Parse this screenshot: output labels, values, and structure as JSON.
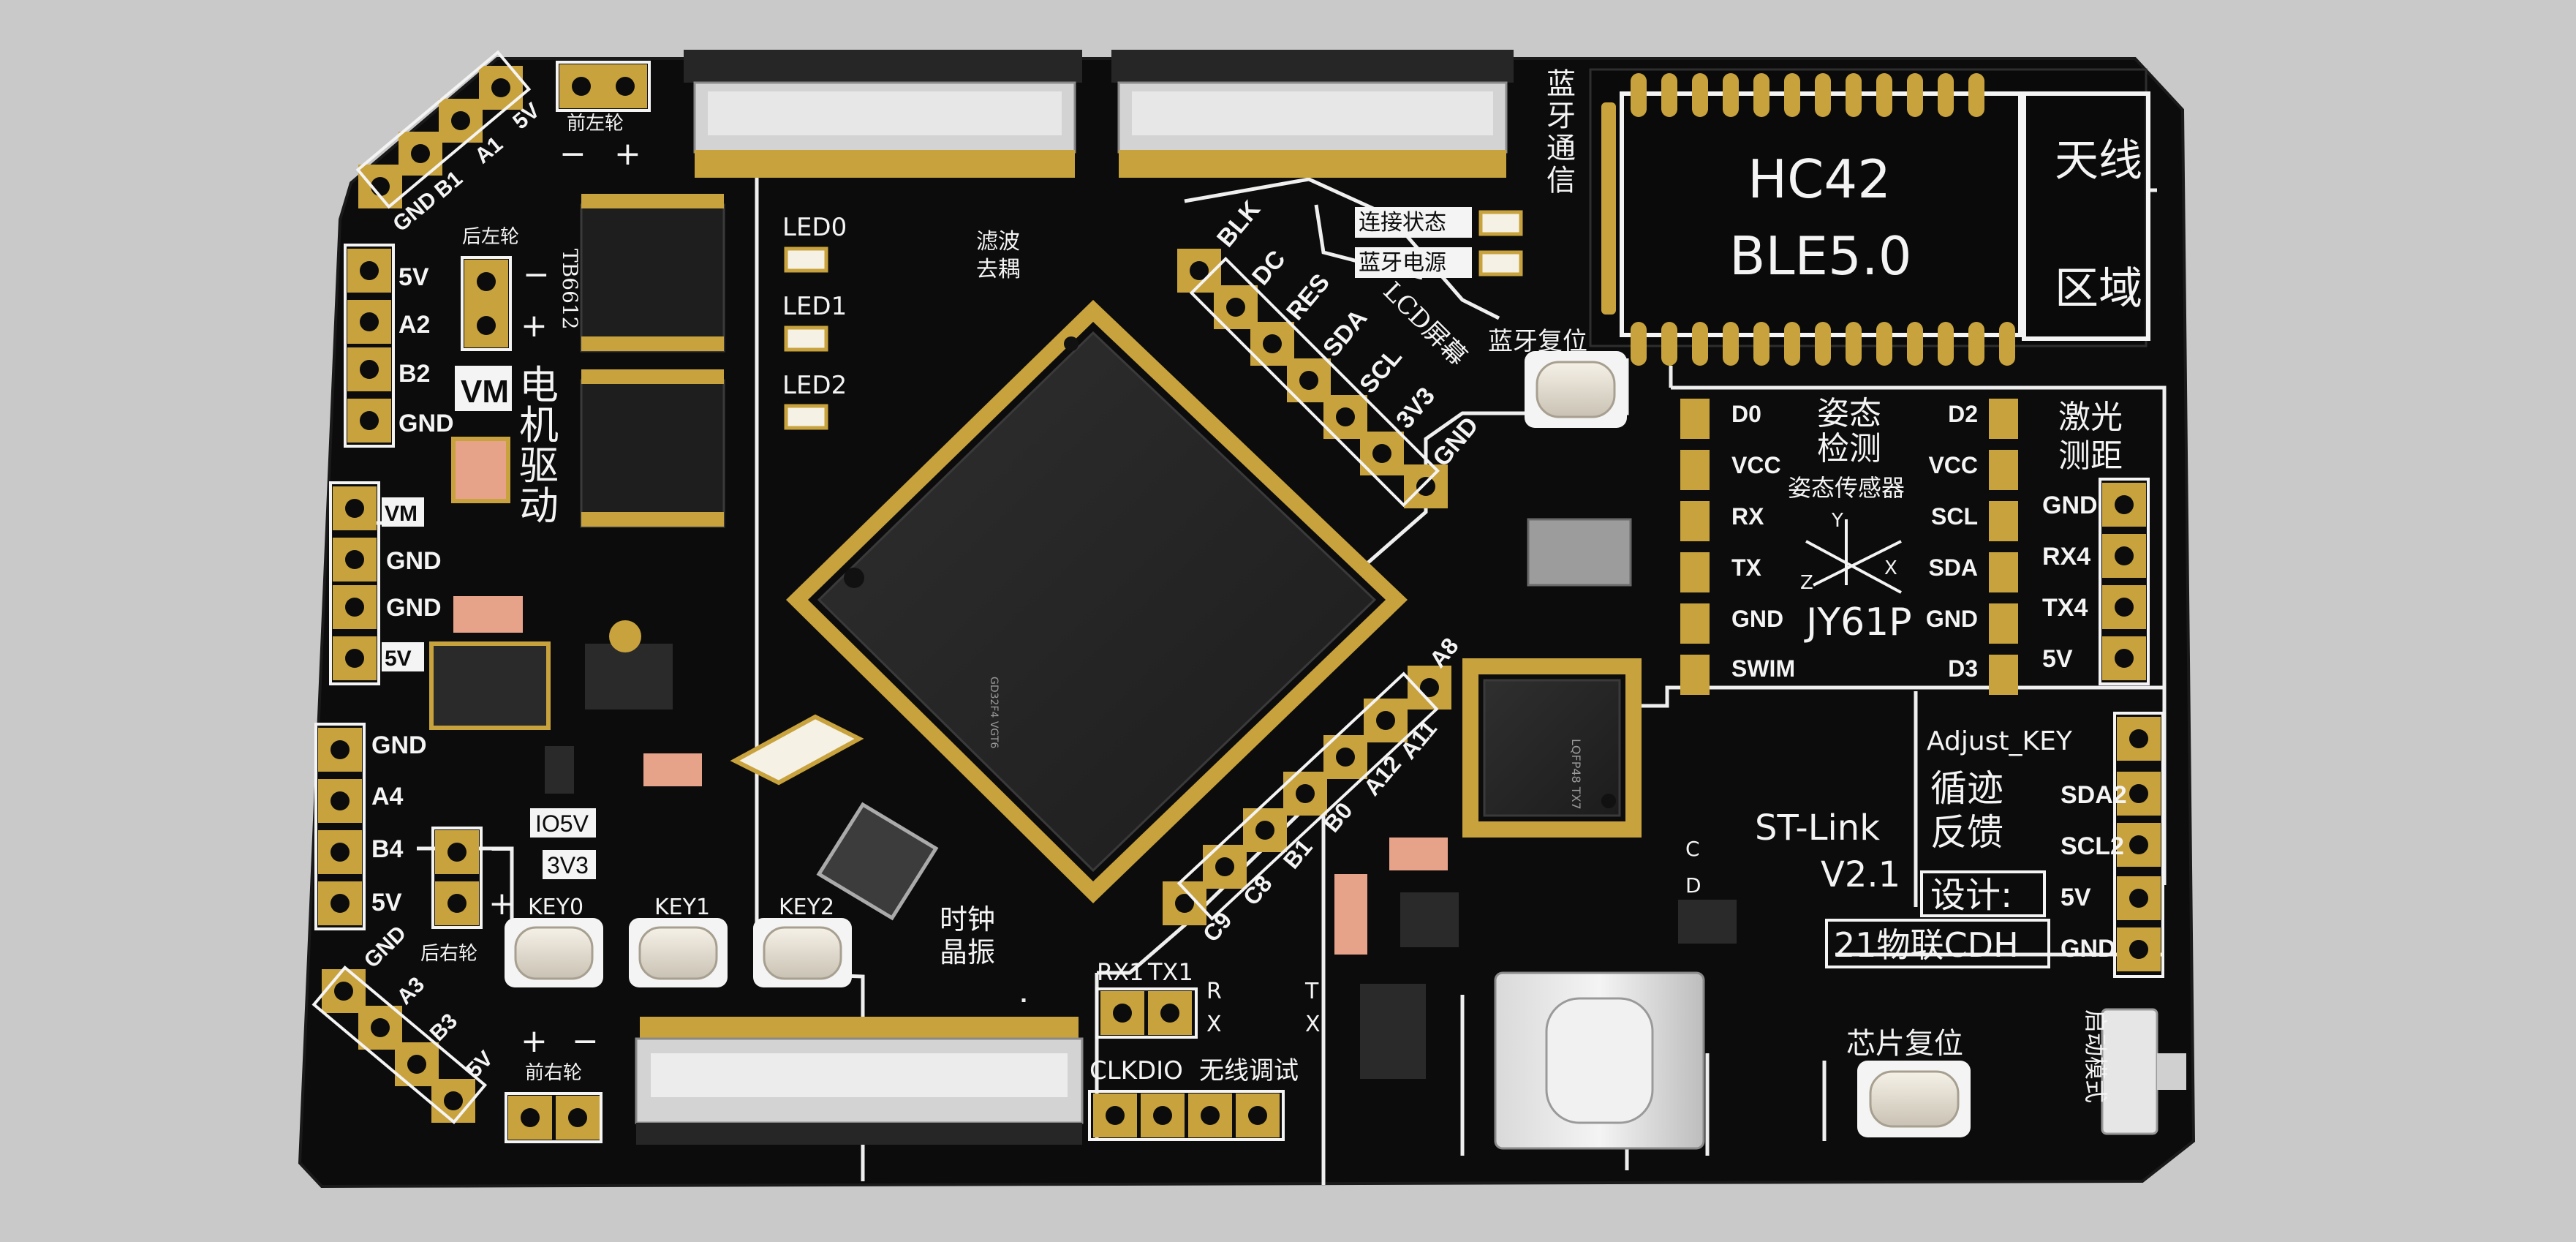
{
  "colors": {
    "background": "#c9c9c9",
    "pcb": "#0c0c0c",
    "silkscreen": "#f4f4f4",
    "copper": "#c8a23c",
    "chip": "#2a2a2a",
    "led_body": "#f6f1e5",
    "resistor_orange": "#e7a28a"
  },
  "board": {
    "front_left_wheel": "前左轮",
    "rear_left_wheel": "后左轮",
    "rear_right_wheel": "后右轮",
    "front_right_wheel": "前右轮",
    "motor_driver": [
      "电",
      "机",
      "驱",
      "动"
    ],
    "tb6612": "TB6612",
    "filter_decouple": [
      "滤波",
      "去耦"
    ],
    "led0": "LED0",
    "led1": "LED1",
    "led2": "LED2",
    "lcd_screen": "LCD屏幕",
    "bluetooth_comm": [
      "蓝",
      "牙",
      "通",
      "信"
    ],
    "connect_status": "连接状态",
    "bt_power": "蓝牙电源",
    "bt_reset": "蓝牙复位",
    "hc42": "HC42",
    "ble": "BLE5.0",
    "antenna_area": [
      "天线",
      "区域"
    ],
    "attitude_detect": [
      "姿态",
      "检测"
    ],
    "attitude_sensor": "姿态传感器",
    "jy61p": "JY61P",
    "laser_range": [
      "激光",
      "测距"
    ],
    "adjust_key": "Adjust_KEY",
    "line_follow": [
      "循迹",
      "反馈"
    ],
    "stlink": "ST-Link",
    "stlink_ver": "V2.1",
    "design": "设计:",
    "designer": "21物联CDH",
    "chip_reset": "芯片复位",
    "boot_mode": "启动模式",
    "clock_crystal": [
      "时钟",
      "晶振"
    ],
    "wireless_debug": "无线调试",
    "clkdio": "CLKDIO",
    "rx1": "RX1",
    "tx1": "TX1",
    "key0": "KEY0",
    "key1": "KEY1",
    "key2": "KEY2",
    "io5v": "IO5V",
    "v3v3": "3V3",
    "vm": "VM",
    "small_ic": "LQFP48 TX7",
    "mcu_logo": "GD32F4 VGT6",
    "left_pins_top": [
      "5V",
      "A1",
      "B1",
      "GND"
    ],
    "left_pins_mid": [
      "5V",
      "A2",
      "B2",
      "GND"
    ],
    "power_pins": [
      "VM",
      "GND",
      "GND",
      "5V"
    ],
    "left_pins_low": [
      "GND",
      "A4",
      "B4",
      "5V"
    ],
    "left_pins_bottom": [
      "GND",
      "A3",
      "B3",
      "5V"
    ],
    "lcd_pins": [
      "BLK",
      "DC",
      "RES",
      "SDA",
      "SCL",
      "3V3",
      "GND"
    ],
    "mcu_pins": [
      "A8",
      "A11",
      "A12",
      "B0",
      "B1",
      "C8",
      "C9"
    ],
    "imu_left": [
      "D0",
      "VCC",
      "RX",
      "TX",
      "GND",
      "SWIM"
    ],
    "imu_right": [
      "D2",
      "VCC",
      "SCL",
      "SDA",
      "GND",
      "D3"
    ],
    "laser_pins": [
      "GND",
      "RX4",
      "TX4",
      "5V"
    ],
    "track_pins": [
      "SDA2",
      "SCL2",
      "5V",
      "GND"
    ],
    "rx_tx_labels": [
      "R",
      "X",
      "T",
      "X"
    ],
    "axis_labels": [
      "Y",
      "Z",
      "X"
    ],
    "cd_labels": [
      "C",
      "D"
    ],
    "plus": "+",
    "minus": "−"
  }
}
